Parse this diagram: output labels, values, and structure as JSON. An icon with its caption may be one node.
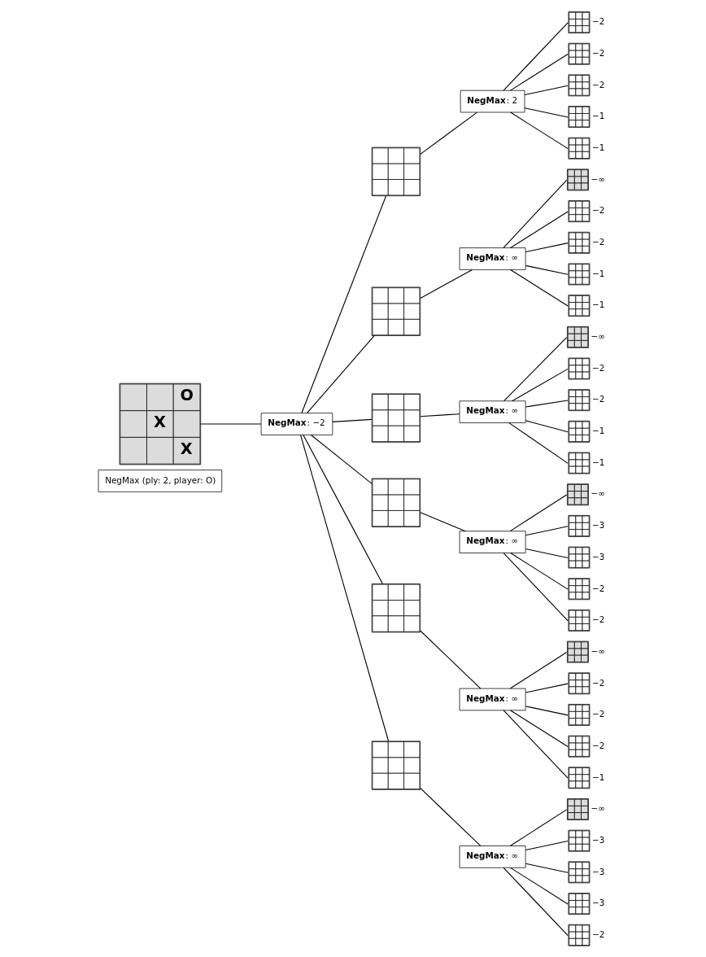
{
  "diagram": {
    "nodes": [
      {
        "text": [
          "NegMax (ply: 2, player: O)"
        ]
      },
      {
        "text": [
          "O",
          "X",
          "X"
        ]
      },
      {
        "text": [
          "**NegMax**: −2"
        ]
      },
      {
        "text": [],
        "shape": "grid"
      },
      {
        "text": [],
        "shape": "grid"
      },
      {
        "text": [],
        "shape": "grid"
      },
      {
        "text": [],
        "shape": "grid"
      },
      {
        "text": [],
        "shape": "grid"
      },
      {
        "text": [],
        "shape": "grid"
      },
      {
        "text": [
          "**NegMax**: 2"
        ]
      },
      {
        "text": [
          "**NegMax**: ∞"
        ]
      },
      {
        "text": [
          "**NegMax**: ∞"
        ]
      },
      {
        "text": [
          "**NegMax**: ∞"
        ]
      },
      {
        "text": [
          "**NegMax**: ∞"
        ]
      },
      {
        "text": [
          "**NegMax**: ∞"
        ]
      },
      {
        "text": [],
        "shape": "grid",
        "beside": [
          "−2"
        ]
      },
      {
        "text": [],
        "shape": "grid",
        "beside": [
          "−2"
        ]
      },
      {
        "text": [],
        "shape": "grid",
        "beside": [
          "−2"
        ]
      },
      {
        "text": [],
        "shape": "grid",
        "beside": [
          "−1"
        ]
      },
      {
        "text": [],
        "shape": "grid",
        "beside": [
          "−1"
        ]
      },
      {
        "text": [],
        "shape": "grid",
        "beside": [
          "−∞"
        ]
      },
      {
        "text": [],
        "shape": "grid",
        "beside": [
          "−2"
        ]
      },
      {
        "text": [],
        "shape": "grid",
        "beside": [
          "−2"
        ]
      },
      {
        "text": [],
        "shape": "grid",
        "beside": [
          "−1"
        ]
      },
      {
        "text": [],
        "shape": "grid",
        "beside": [
          "−1"
        ]
      },
      {
        "text": [],
        "shape": "grid",
        "beside": [
          "−∞"
        ]
      },
      {
        "text": [],
        "shape": "grid",
        "beside": [
          "−2"
        ]
      },
      {
        "text": [],
        "shape": "grid",
        "beside": [
          "−2"
        ]
      },
      {
        "text": [],
        "shape": "grid",
        "beside": [
          "−1"
        ]
      },
      {
        "text": [],
        "shape": "grid",
        "beside": [
          "−1"
        ]
      },
      {
        "text": [],
        "shape": "grid",
        "beside": [
          "−∞"
        ]
      },
      {
        "text": [],
        "shape": "grid",
        "beside": [
          "−3"
        ]
      },
      {
        "text": [],
        "shape": "grid",
        "beside": [
          "−3"
        ]
      },
      {
        "text": [],
        "shape": "grid",
        "beside": [
          "−2"
        ]
      },
      {
        "text": [],
        "shape": "grid",
        "beside": [
          "−2"
        ]
      },
      {
        "text": [],
        "shape": "grid",
        "beside": [
          "−∞"
        ]
      },
      {
        "text": [],
        "shape": "grid",
        "beside": [
          "−2"
        ]
      },
      {
        "text": [],
        "shape": "grid",
        "beside": [
          "−2"
        ]
      },
      {
        "text": [],
        "shape": "grid",
        "beside": [
          "−2"
        ]
      },
      {
        "text": [],
        "shape": "grid",
        "beside": [
          "−1"
        ]
      },
      {
        "text": [],
        "shape": "grid",
        "beside": [
          "−∞"
        ]
      },
      {
        "text": [],
        "shape": "grid",
        "beside": [
          "−3"
        ]
      },
      {
        "text": [],
        "shape": "grid",
        "beside": [
          "−3"
        ]
      },
      {
        "text": [],
        "shape": "grid",
        "beside": [
          "−3"
        ]
      },
      {
        "text": [],
        "shape": "grid",
        "beside": [
          "−2"
        ]
      }
    ],
    "edges": [
      {
        "from": 1,
        "to": 2,
        "arrow": "none"
      },
      {
        "from": 2,
        "to": 3,
        "arrow": "none"
      },
      {
        "from": 2,
        "to": 4,
        "arrow": "none"
      },
      {
        "from": 2,
        "to": 5,
        "arrow": "none"
      },
      {
        "from": 2,
        "to": 6,
        "arrow": "none"
      },
      {
        "from": 2,
        "to": 7,
        "arrow": "none"
      },
      {
        "from": 2,
        "to": 8,
        "arrow": "none"
      },
      {
        "from": 3,
        "to": 9,
        "arrow": "none"
      },
      {
        "from": 4,
        "to": 10,
        "arrow": "none"
      },
      {
        "from": 5,
        "to": 11,
        "arrow": "none"
      },
      {
        "from": 6,
        "to": 12,
        "arrow": "none"
      },
      {
        "from": 7,
        "to": 13,
        "arrow": "none"
      },
      {
        "from": 8,
        "to": 14,
        "arrow": "none"
      },
      {
        "from": 9,
        "to": 15,
        "arrow": "none"
      },
      {
        "from": 9,
        "to": 16,
        "arrow": "none"
      },
      {
        "from": 9,
        "to": 17,
        "arrow": "none"
      },
      {
        "from": 9,
        "to": 18,
        "arrow": "none"
      },
      {
        "from": 9,
        "to": 19,
        "arrow": "none"
      },
      {
        "from": 10,
        "to": 20,
        "arrow": "none"
      },
      {
        "from": 10,
        "to": 21,
        "arrow": "none"
      },
      {
        "from": 10,
        "to": 22,
        "arrow": "none"
      },
      {
        "from": 10,
        "to": 23,
        "arrow": "none"
      },
      {
        "from": 10,
        "to": 24,
        "arrow": "none"
      },
      {
        "from": 11,
        "to": 25,
        "arrow": "none"
      },
      {
        "from": 11,
        "to": 26,
        "arrow": "none"
      },
      {
        "from": 11,
        "to": 27,
        "arrow": "none"
      },
      {
        "from": 11,
        "to": 28,
        "arrow": "none"
      },
      {
        "from": 11,
        "to": 29,
        "arrow": "none"
      },
      {
        "from": 12,
        "to": 30,
        "arrow": "none"
      },
      {
        "from": 12,
        "to": 31,
        "arrow": "none"
      },
      {
        "from": 12,
        "to": 32,
        "arrow": "none"
      },
      {
        "from": 12,
        "to": 33,
        "arrow": "none"
      },
      {
        "from": 12,
        "to": 34,
        "arrow": "none"
      },
      {
        "from": 13,
        "to": 35,
        "arrow": "none"
      },
      {
        "from": 13,
        "to": 36,
        "arrow": "none"
      },
      {
        "from": 13,
        "to": 37,
        "arrow": "none"
      },
      {
        "from": 13,
        "to": 38,
        "arrow": "none"
      },
      {
        "from": 13,
        "to": 39,
        "arrow": "none"
      },
      {
        "from": 14,
        "to": 40,
        "arrow": "none"
      },
      {
        "from": 14,
        "to": 41,
        "arrow": "none"
      },
      {
        "from": 14,
        "to": 42,
        "arrow": "none"
      },
      {
        "from": 14,
        "to": 43,
        "arrow": "none"
      },
      {
        "from": 14,
        "to": 44,
        "arrow": "none"
      }
    ]
  }
}
